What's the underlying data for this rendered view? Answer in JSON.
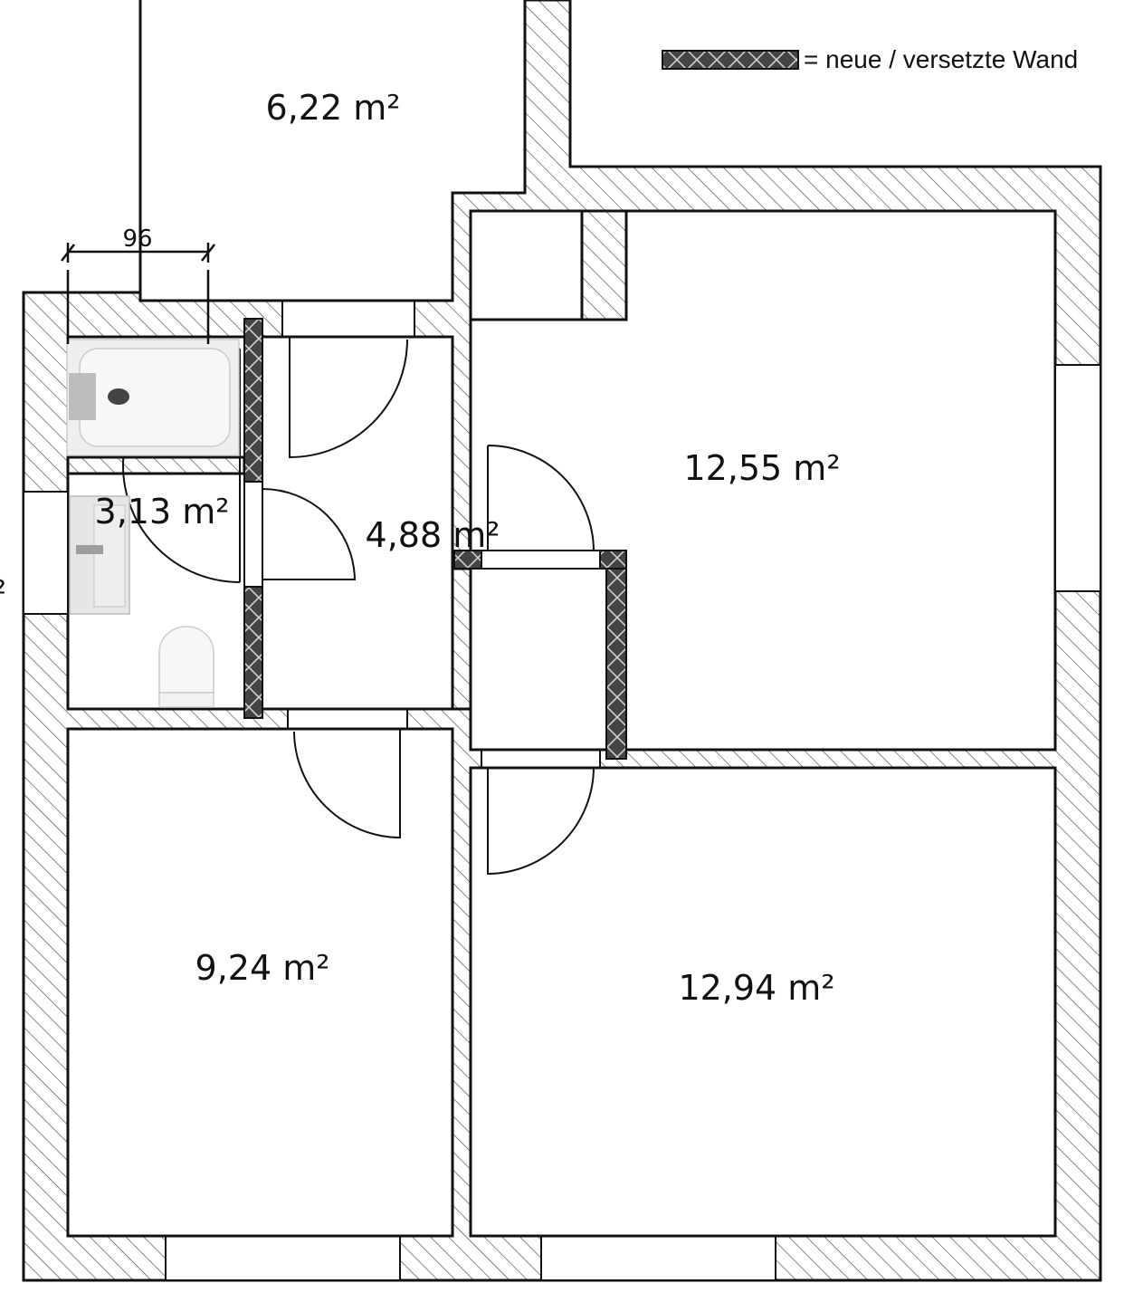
{
  "legend": {
    "label": "= neue / versetzte Wand",
    "new_wall_color": "#444444"
  },
  "dimension": {
    "value": "96"
  },
  "rooms": [
    {
      "id": "room-top",
      "area": "6,22 m²"
    },
    {
      "id": "room-bedroom-right",
      "area": "12,55 m²"
    },
    {
      "id": "room-bathroom",
      "area": "3,13 m²"
    },
    {
      "id": "room-hallway",
      "area": "4,88 m²"
    },
    {
      "id": "room-bottom-left",
      "area": "9,24 m²"
    },
    {
      "id": "room-bottom-right",
      "area": "12,94 m²"
    }
  ],
  "edge_fragment": "²",
  "colors": {
    "wall_line": "#111111",
    "hatch": "#555555",
    "fixture_fill": "#eeeeee",
    "fixture_stroke": "#bbbbbb"
  }
}
